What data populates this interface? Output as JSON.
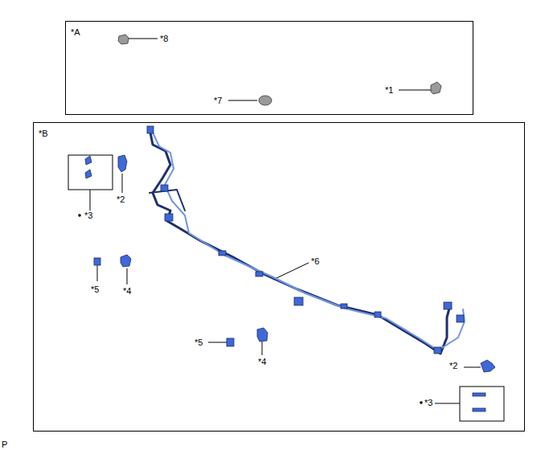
{
  "diagram": {
    "nodes": [
      {
        "text": [
          "*A"
        ]
      },
      {
        "text": [
          "*B"
        ]
      }
    ],
    "labels": [
      "*8",
      "*7",
      "*1",
      "*3",
      "*2",
      "*5",
      "*4",
      "*6",
      "*5",
      "*4",
      "*2",
      "*3",
      "P"
    ]
  }
}
